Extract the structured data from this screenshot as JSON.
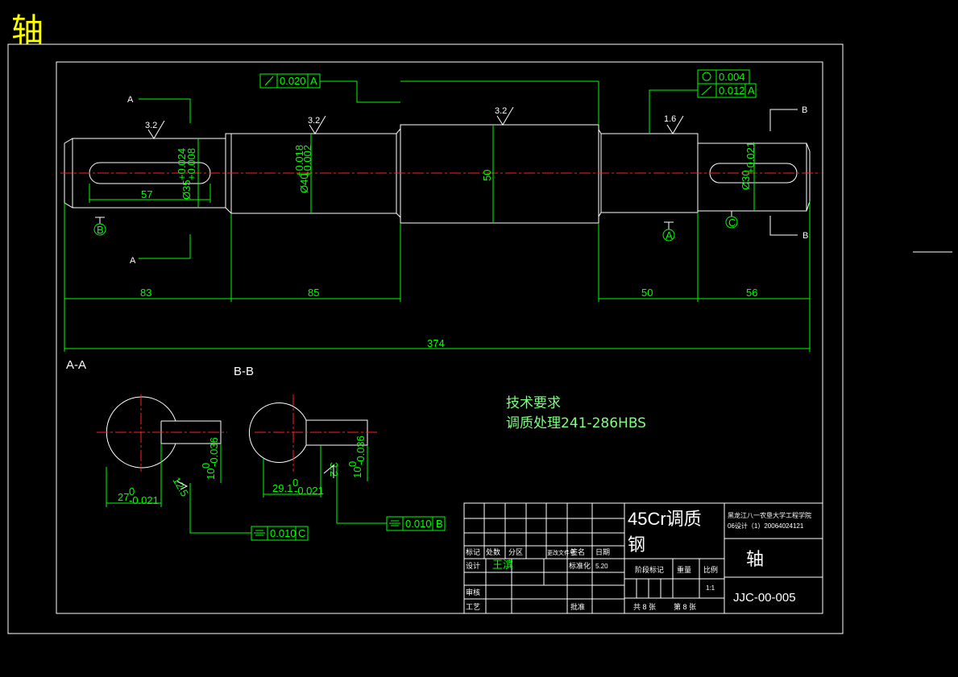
{
  "title": "轴",
  "dimensions": {
    "d83": "83",
    "d85": "85",
    "d50": "50",
    "d56": "56",
    "d374": "374",
    "d57": "57",
    "dia50": "50",
    "dia35": "Ø35",
    "dia35_tol_up": "+0.024",
    "dia35_tol_lo": "+0.008",
    "dia40": "Ø40",
    "dia40_tol_up": "+0.018",
    "dia40_tol_lo": "+0.002",
    "dia30": "Ø30",
    "dia30_tol": "+0.021",
    "aa_27": "27",
    "aa_27_tol": "-0.021",
    "aa_27_sup": "0",
    "aa_10": "10",
    "aa_10_tol": "-0.036",
    "aa_10_sup": "0",
    "bb_29": "29.1",
    "bb_29_tol": "-0.021",
    "bb_29_sup": "0",
    "bb_10": "10",
    "bb_10_tol": "-0.036",
    "bb_10_sup": "0",
    "rough_aa": "12.5",
    "rough_bb": "3.2"
  },
  "roughness": {
    "r1": "3.2",
    "r2": "3.2",
    "r3": "3.2",
    "r4": "1.6"
  },
  "tolerance_frames": {
    "runout_top": {
      "value": "0.020",
      "datum": "A"
    },
    "cyl": {
      "value": "0.004"
    },
    "runout_right": {
      "value": "0.012",
      "datum": "A"
    },
    "sym_aa": {
      "value": "0.010",
      "datum": "C"
    },
    "sym_bb": {
      "value": "0.010",
      "datum": "B"
    }
  },
  "datums": {
    "b": "B",
    "a": "A",
    "c": "C"
  },
  "sections": {
    "aa_mark": "A",
    "bb_mark": "B",
    "aa_label": "A-A",
    "bb_label": "B-B"
  },
  "tech": {
    "heading": "技术要求",
    "line1": "调质处理241-286HBS"
  },
  "title_block": {
    "material": "45Cr调质",
    "material2": "钢",
    "school": "黑龙江八一农垦大学工程学院",
    "course": "06设计（1）20064024121",
    "part_name": "轴",
    "drawing_no": "JJC-00-005",
    "h_mark": "标记",
    "h_count": "处数",
    "h_zone": "分区",
    "h_doc": "更改文件号",
    "h_sign": "签名",
    "h_date": "日期",
    "h_design": "设计",
    "designer": "王滨",
    "h_std": "标准化",
    "std_date": "5.20",
    "h_review": "审核",
    "h_process": "工艺",
    "h_approve": "批准",
    "h_stage": "阶段标记",
    "h_weight": "重量",
    "h_scale": "比例",
    "scale_val": "1:1",
    "sheet_total": "共 8 张",
    "sheet_num": "第 8 张"
  }
}
